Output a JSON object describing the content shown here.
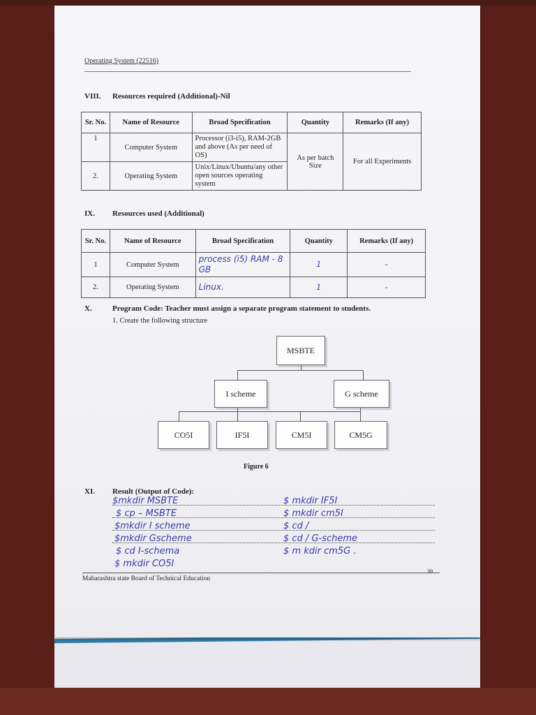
{
  "header": {
    "title": "Operating System (22516)"
  },
  "section_viii": {
    "number": "VIII.",
    "title": "Resources required (Additional)-Nil",
    "columns": [
      "Sr. No.",
      "Name of Resource",
      "Broad Specification",
      "Quantity",
      "Remarks (If any)"
    ],
    "rows": [
      {
        "sr": "1",
        "name": "Computer System",
        "spec": "Processor (i3-i5), RAM-2GB and above (As per need of OS)"
      },
      {
        "sr": "2.",
        "name": "Operating System",
        "spec": "Unix/Linux/Ubuntu/any other open sources operating system"
      }
    ],
    "quantity": "As per batch Size",
    "remarks": "For all Experiments"
  },
  "section_ix": {
    "number": "IX.",
    "title": "Resources used (Additional)",
    "columns": [
      "Sr. No.",
      "Name of Resource",
      "Broad Specification",
      "Quantity",
      "Remarks (If any)"
    ],
    "rows": [
      {
        "sr": "1",
        "name": "Computer System",
        "spec": "process (i5) RAM - 8 GB",
        "quantity": "1",
        "remarks": "–"
      },
      {
        "sr": "2.",
        "name": "Operating System",
        "spec": "Linux.",
        "quantity": "1",
        "remarks": "-"
      }
    ]
  },
  "section_x": {
    "number": "X.",
    "title": "Program Code: Teacher must assign a separate program statement to students.",
    "subtitle": "1. Create the following structure",
    "tree": {
      "root": "MSBTE",
      "level1": [
        "I scheme",
        "G scheme"
      ],
      "leaves": [
        "CO5I",
        "IF5I",
        "CM5I",
        "CM5G"
      ]
    },
    "figure_caption": "Figure 6"
  },
  "section_xi": {
    "number": "XI.",
    "title": "Result (Output of Code):",
    "left_lines": [
      "$mkdir MSBTE",
      "$ cp – MSBTE",
      "$mkdir I scheme",
      "$mkdir Gscheme",
      "$ cd  I-schema",
      "$ mkdir CO5I"
    ],
    "right_lines": [
      "$ mkdir IF5I",
      "$ mkdir cm5I",
      "$ cd /",
      "$ cd / G-scheme",
      "$ m kdir cm5G ."
    ]
  },
  "footer": {
    "board": "Maharashtra state Board of Technical Education",
    "page": "39"
  },
  "colors": {
    "ink_blue": "#3b3aa8",
    "paper": "#f4f4f7",
    "background": "#5a1f18"
  }
}
